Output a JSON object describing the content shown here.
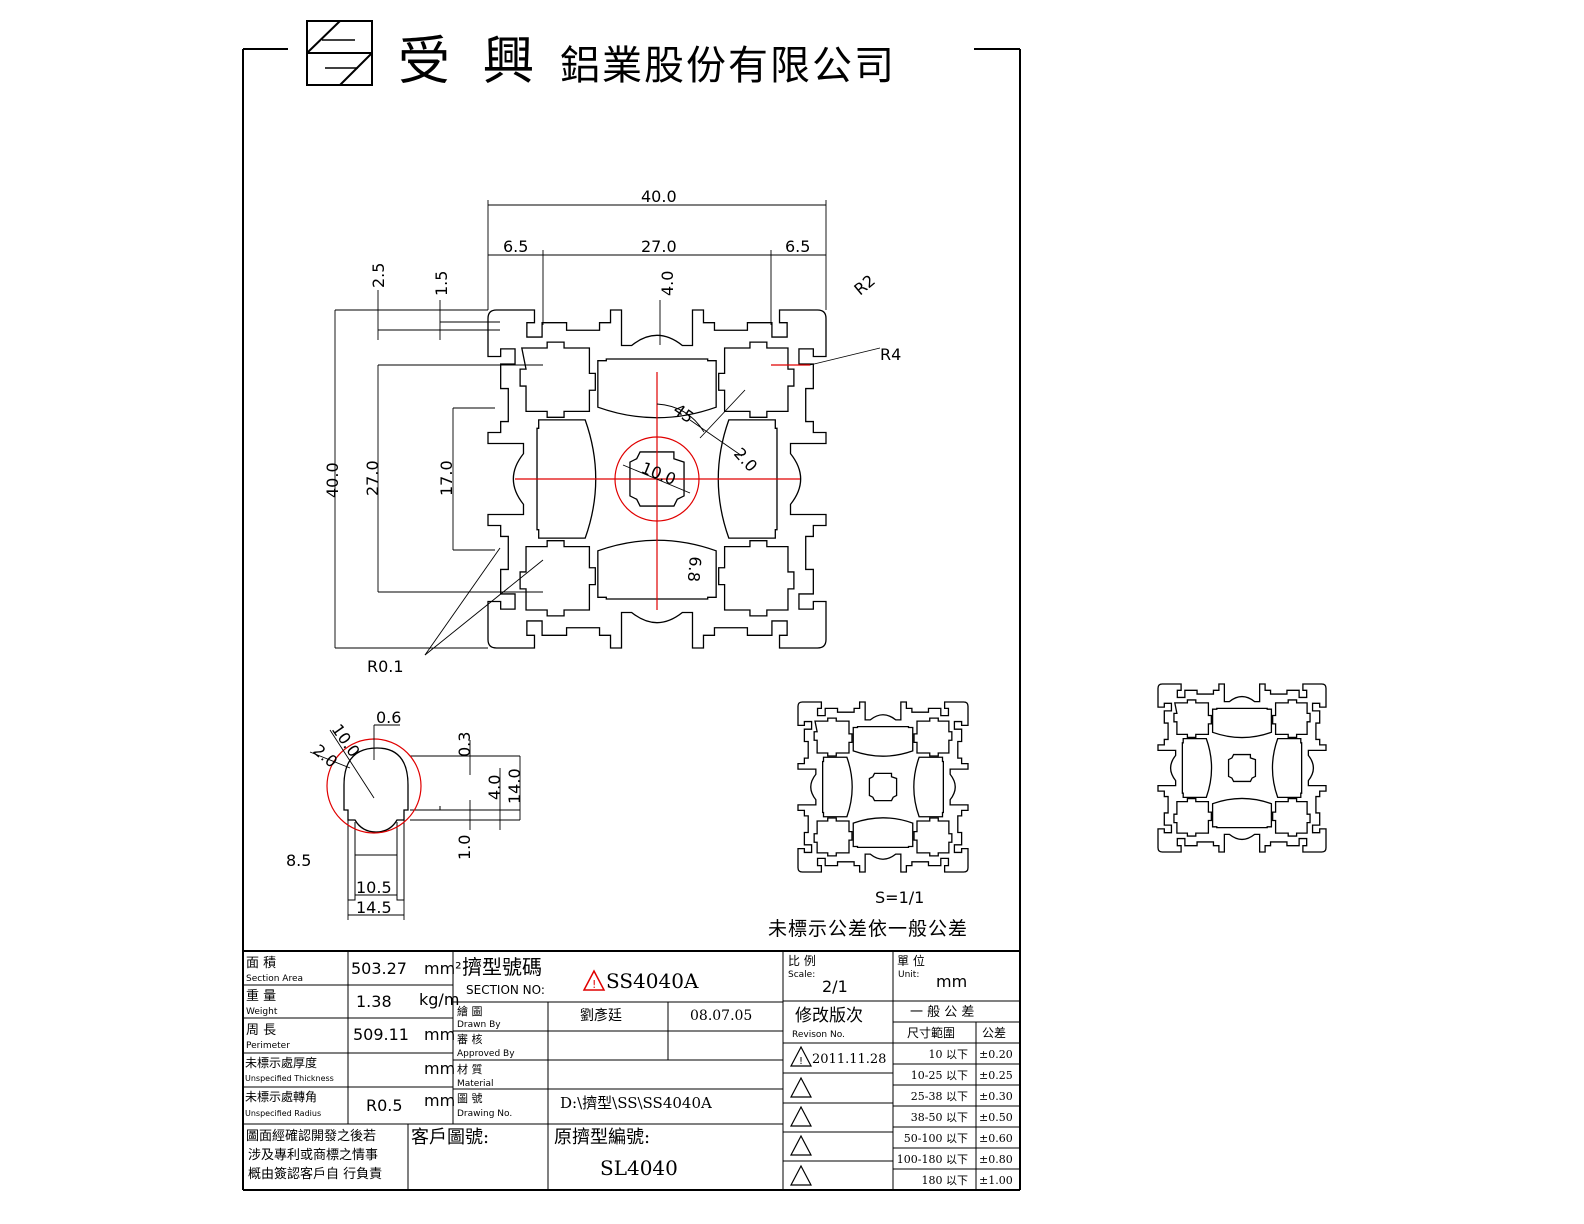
{
  "header": {
    "company_name_large": "受 興",
    "company_name_rest": "鋁業股份有限公司"
  },
  "main_view": {
    "dim_width": "40.0",
    "dim_left_offset": "6.5",
    "dim_slot_span": "27.0",
    "dim_right_offset": "6.5",
    "dim_top_gap": "4.0",
    "dim_2_5": "2.5",
    "dim_1_5": "1.5",
    "dim_height": "40.0",
    "dim_inner_height": "27.0",
    "dim_17": "17.0",
    "label_r2": "R2",
    "label_r4": "R4",
    "label_45": "45",
    "label_2_0": "2.0",
    "label_10_0": "10.0",
    "label_6_8": "6.8",
    "label_r0_1": "R0.1"
  },
  "slot_detail": {
    "dim_0_6": "0.6",
    "dim_10_0": "10.0",
    "dim_2_0": "2.0",
    "dim_0_3": "0.3",
    "dim_4_0": "4.0",
    "dim_14_0": "14.0",
    "dim_1_0": "1.0",
    "dim_8_5": "8.5",
    "dim_10_5": "10.5",
    "dim_14_5": "14.5"
  },
  "small_view": {
    "scale_label": "S=1/1",
    "tolerance_note": "未標示公差依一般公差"
  },
  "title_block": {
    "section_area_cn": "面 積",
    "section_area_en": "Section Area",
    "section_area_value": "503.27",
    "section_area_unit": "mm²",
    "weight_cn": "重 量",
    "weight_en": "Weight",
    "weight_value": "1.38",
    "weight_unit": "kg/m",
    "perimeter_cn": "周 長",
    "perimeter_en": "Perimeter",
    "perimeter_value": "509.11",
    "perimeter_unit": "mm",
    "thickness_cn": "未標示處厚度",
    "thickness_en": "Unspecified Thickness",
    "thickness_value": "",
    "thickness_unit": "mm",
    "radius_cn": "未標示處轉角",
    "radius_en": "Unspecified Radius",
    "radius_value": "R0.5",
    "radius_unit": "mm",
    "disclaimer_line1": "圖面經確認開發之後若",
    "disclaimer_line2": "涉及專利或商標之情事",
    "disclaimer_line3": "概由簽認客戶自 行負責",
    "section_no_cn": "擠型號碼",
    "section_no_en": "SECTION NO:",
    "section_no_value": "SS4040A",
    "drawn_by_cn": "繪 圖",
    "drawn_by_en": "Drawn By",
    "drawn_by_value": "劉彥廷",
    "drawn_date": "08.07.05",
    "approved_cn": "審 核",
    "approved_en": "Approved By",
    "material_cn": "材 質",
    "material_en": "Material",
    "drawing_no_cn": "圖 號",
    "drawing_no_en": "Drawing No.",
    "drawing_no_value": "D:\\擠型\\SS\\SS4040A",
    "customer_no_label": "客戶圖號:",
    "original_no_label": "原擠型編號:",
    "original_no_value": "SL4040",
    "scale_cn": "比 例",
    "scale_en": "Scale:",
    "scale_value": "2/1",
    "unit_cn": "單 位",
    "unit_en": "Unit:",
    "unit_value": "mm",
    "revision_cn": "修改版次",
    "revision_en": "Revison No.",
    "revision_1": "2011.11.28",
    "tolerance_title": "一 般 公 差",
    "tolerance_col1": "尺寸範圍",
    "tolerance_col2": "公差",
    "tolerances": [
      {
        "range": "10 以下",
        "tol": "±0.20"
      },
      {
        "range": "10-25 以下",
        "tol": "±0.25"
      },
      {
        "range": "25-38 以下",
        "tol": "±0.30"
      },
      {
        "range": "38-50 以下",
        "tol": "±0.50"
      },
      {
        "range": "50-100 以下",
        "tol": "±0.60"
      },
      {
        "range": "100-180 以下",
        "tol": "±0.80"
      },
      {
        "range": "180 以下",
        "tol": "±1.00"
      }
    ]
  }
}
